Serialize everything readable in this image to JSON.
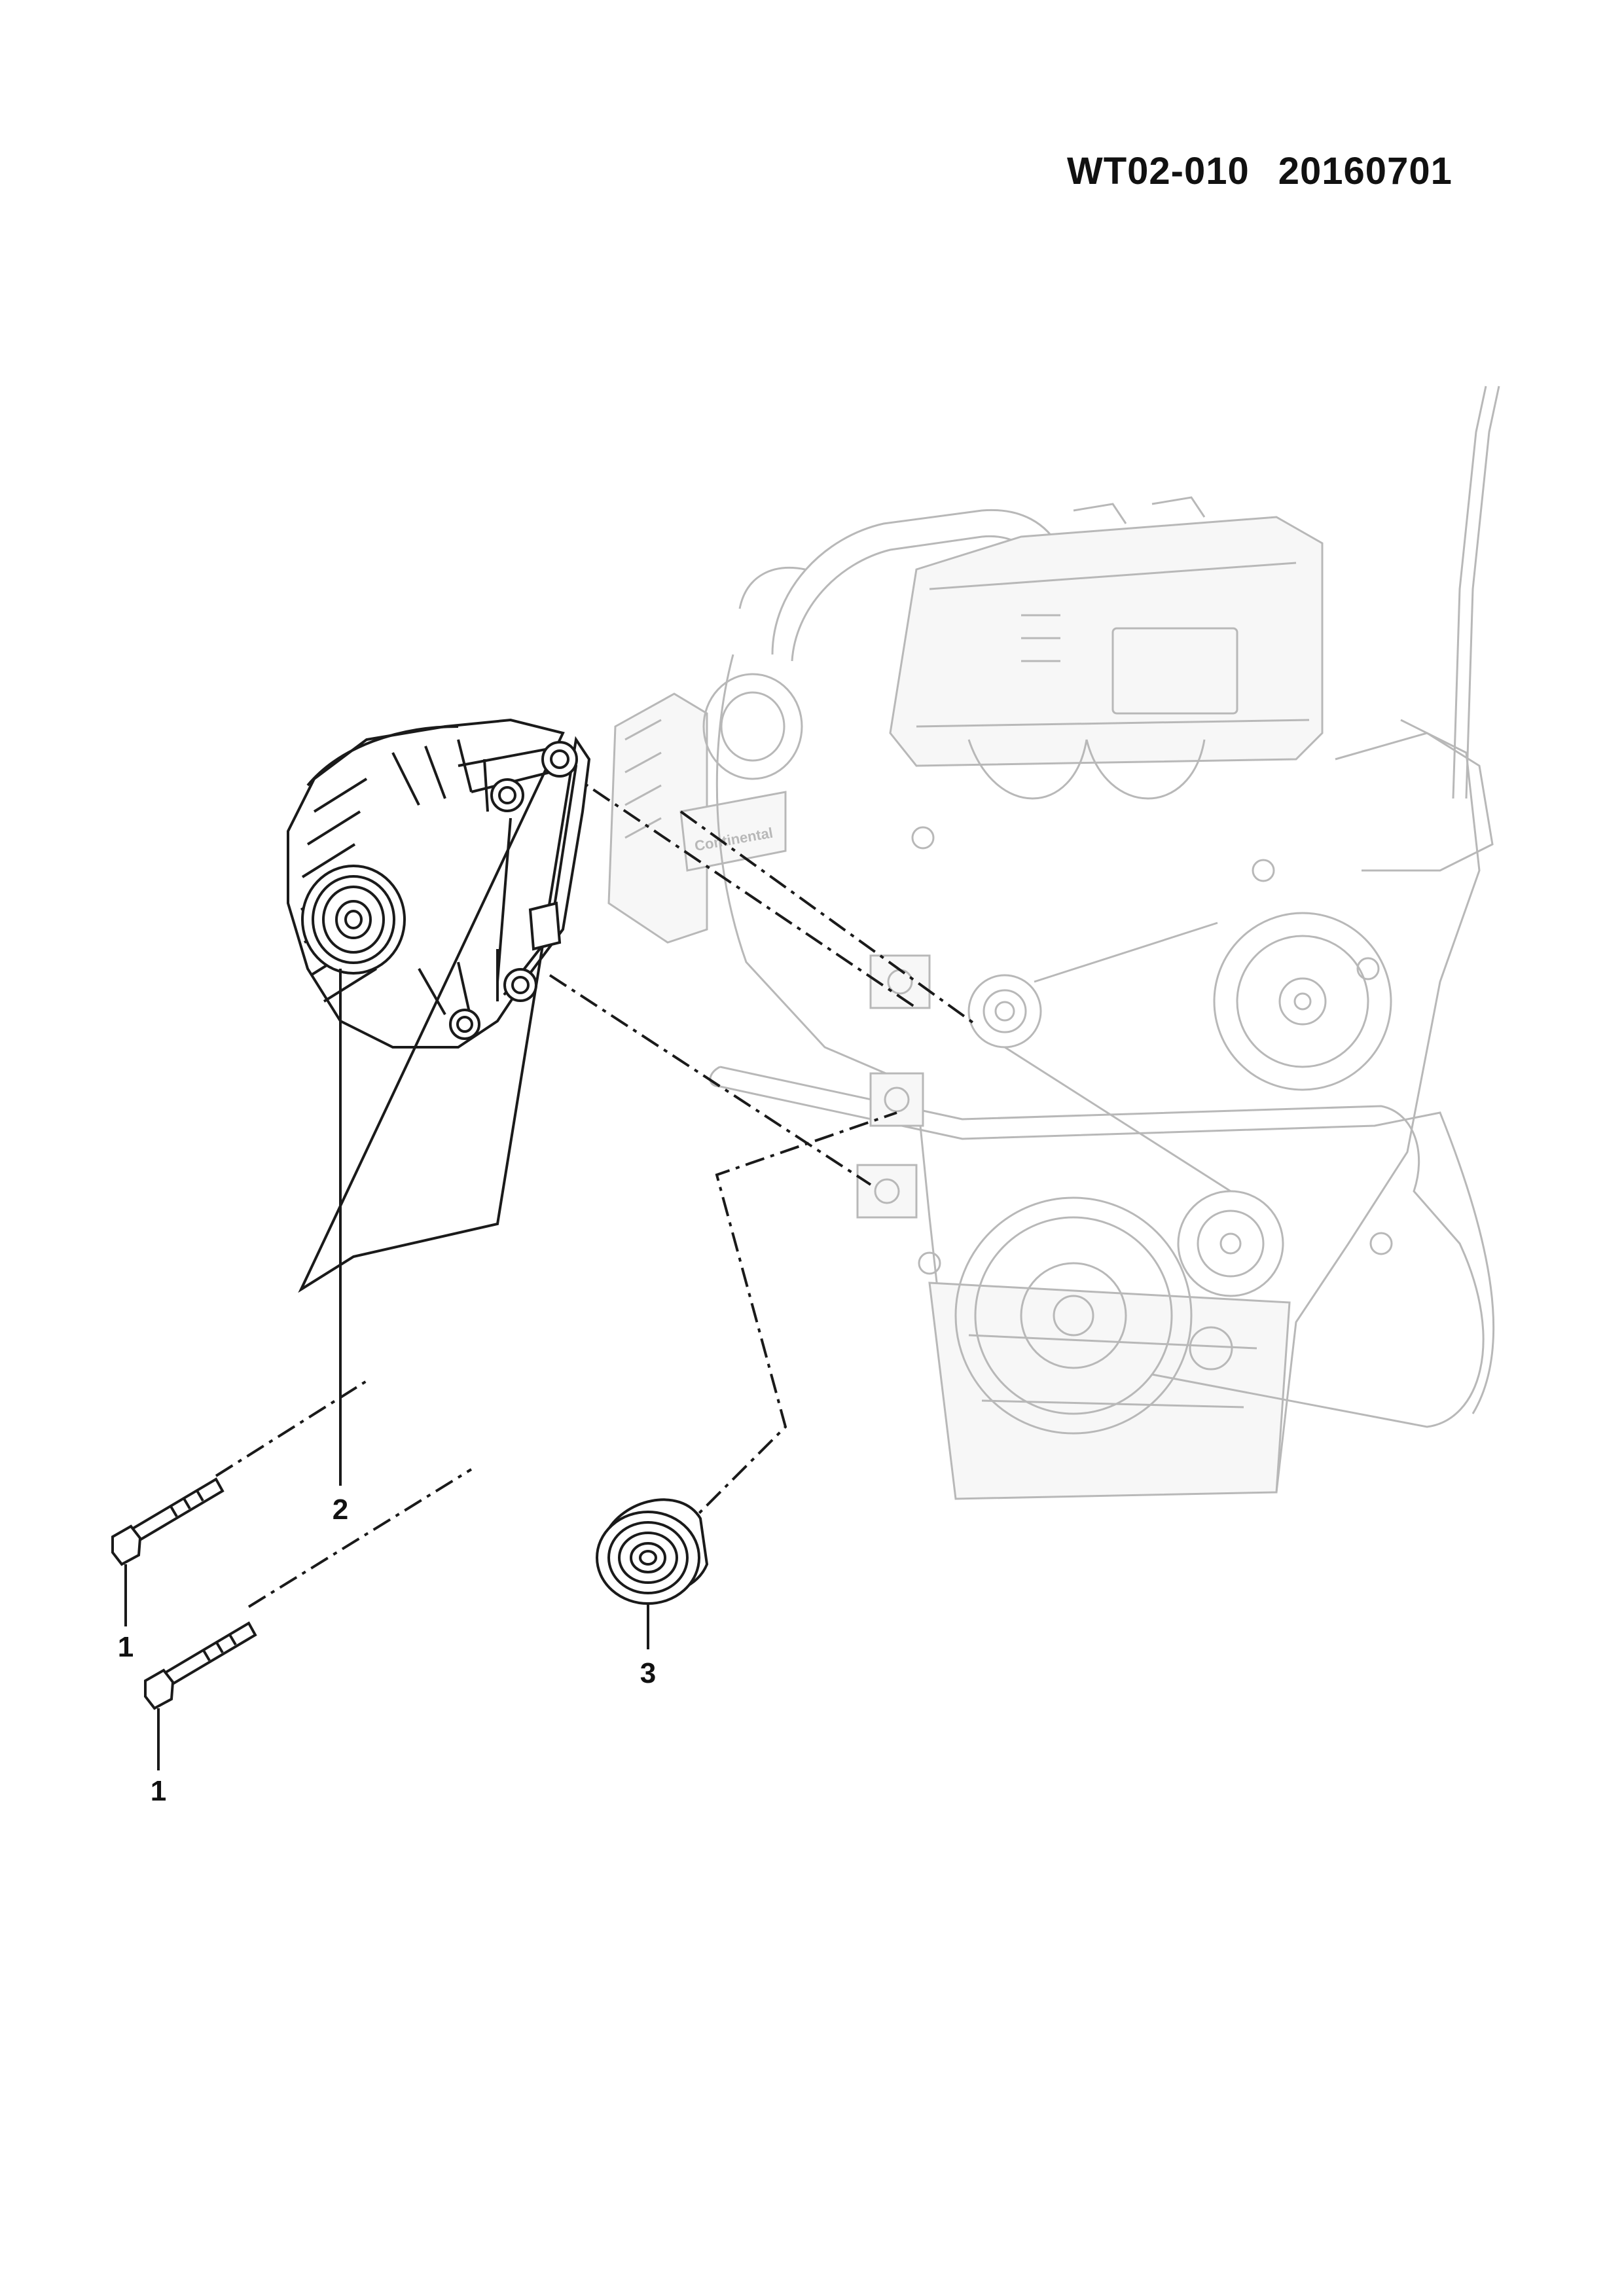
{
  "header": {
    "code": "WT02-010",
    "date": "20160701"
  },
  "callouts": {
    "bolt_upper": "1",
    "bolt_lower": "1",
    "alternator": "2",
    "pulley": "3"
  },
  "engine_label": "Continental",
  "colors": {
    "ink": "#1a1a1a",
    "ghost": "#b8b8b8",
    "background": "#ffffff"
  }
}
